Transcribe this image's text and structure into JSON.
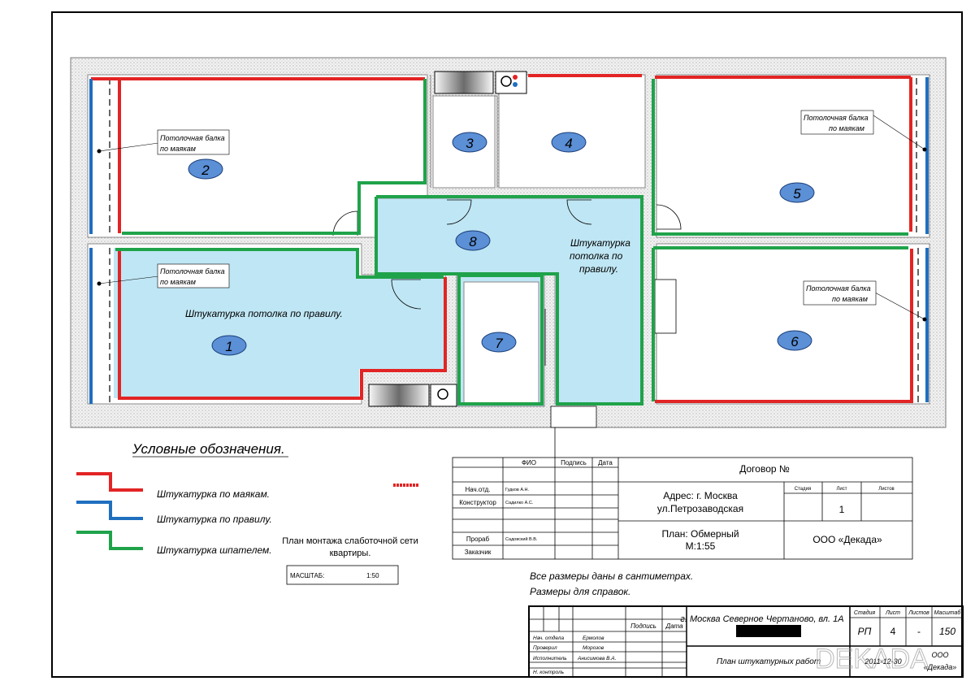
{
  "plan": {
    "rooms": [
      {
        "id": "room-2",
        "label": "2"
      },
      {
        "id": "room-3",
        "label": "3"
      },
      {
        "id": "room-4",
        "label": "4"
      },
      {
        "id": "room-5",
        "label": "5"
      },
      {
        "id": "room-8",
        "label": "8"
      },
      {
        "id": "room-1",
        "label": "1"
      },
      {
        "id": "room-7",
        "label": "7"
      },
      {
        "id": "room-6",
        "label": "6"
      }
    ],
    "beam_note_line1": "Потолочная балка",
    "beam_note_line1_caps": "Потолочная балка",
    "beam_note_line2": "по маякам",
    "ceiling_note_room1": "Штукатурка потолка по правилу.",
    "ceiling_note_room8": [
      "Штукатурка",
      "потолка по",
      "правилу."
    ]
  },
  "legend": {
    "title": "Условные обозначения.",
    "items": [
      {
        "label": "Штукатурка по маякам.",
        "color": "#e32424"
      },
      {
        "label": "Штукатурка по правилу.",
        "color": "#1f6fbf"
      },
      {
        "label": "Штукатурка шпателем.",
        "color": "#1fa34a"
      }
    ],
    "network_plan": [
      "План монтажа слаботочной сети",
      "квартиры."
    ],
    "scale_label": "МАСШТАБ:",
    "scale_value": "1:50"
  },
  "stamp1": {
    "col_fio": "ФИО",
    "col_sign": "Подпись",
    "col_date": "Дата",
    "roles": [
      {
        "role": "Нач.отд.",
        "name": "Гудков А.Н."
      },
      {
        "role": "Конструктор",
        "name": "Садилко А.С."
      },
      {
        "role": "",
        "name": ""
      },
      {
        "role": "Прораб",
        "name": "Садовский В.В."
      },
      {
        "role": "Заказчик",
        "name": ""
      }
    ],
    "contract": "Договор №",
    "address": [
      "Адрес: г. Москва",
      "ул.Петрозаводская"
    ],
    "stage_label": "Стадия",
    "sheet_label": "Лист",
    "sheets_label": "Листов",
    "sheet_value": "1",
    "plan_type": [
      "План: Обмерный",
      "М:1:55"
    ],
    "company": "ООО «Декада»"
  },
  "notes": [
    "Все размеры даны в сантиметрах.",
    "Размеры для справок."
  ],
  "stamp2": {
    "address": "г. Москва Северное Чертаново, вл. 1А",
    "col_sign": "Подпись",
    "col_date": "Дата",
    "stage_label": "Стадия",
    "sheet_label": "Лист",
    "sheets_label": "Листов",
    "scale_label": "Масштаб",
    "stage_value": "РП",
    "sheet_value": "4",
    "sheets_value": "-",
    "scale_value": "150",
    "roles": [
      {
        "role": "Нач. отдела",
        "name": "Ермолов"
      },
      {
        "role": "Проверил",
        "name": "Морозов"
      },
      {
        "role": "Исполнитель",
        "name": "Анисимова В.А."
      },
      {
        "role": "Н. контроль",
        "name": ""
      }
    ],
    "title": "План штукатурных работ",
    "date": "2011-12-30",
    "org": [
      "ООО",
      "«Декада»"
    ],
    "watermark": "DEKADA"
  },
  "colors": {
    "red": "#e32424",
    "blue": "#1f6fbf",
    "green": "#1fa34a",
    "light_blue": "#bfe6f4",
    "bubble": "#5b8fd6",
    "wall": "#e8e8e8"
  }
}
